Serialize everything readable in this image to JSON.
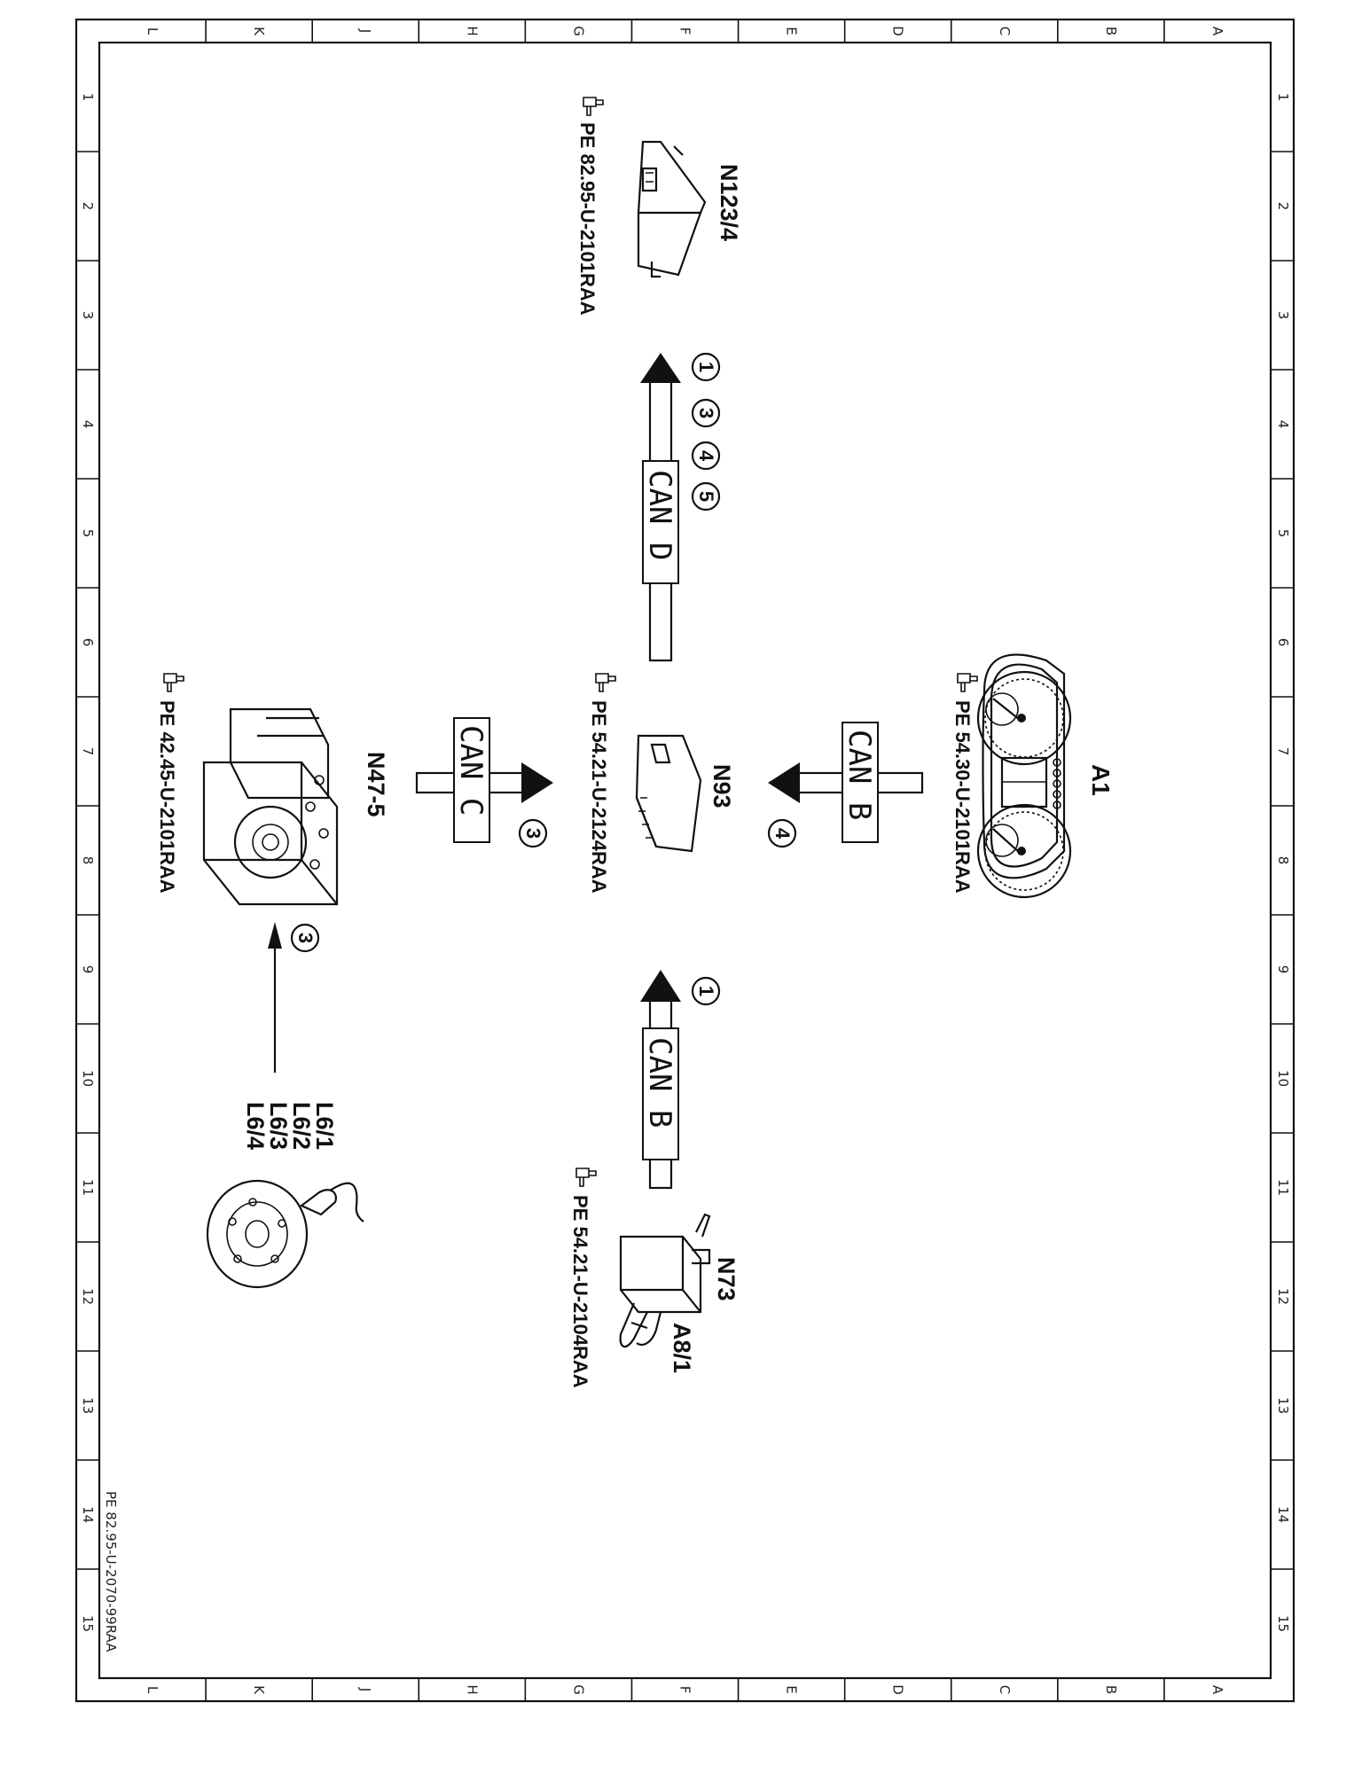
{
  "frame": {
    "cols": [
      "L",
      "K",
      "J",
      "H",
      "G",
      "F",
      "E",
      "D",
      "C",
      "B",
      "A"
    ],
    "rows": [
      "1",
      "2",
      "3",
      "4",
      "5",
      "6",
      "7",
      "8",
      "9",
      "10",
      "11",
      "12",
      "13",
      "14",
      "15"
    ],
    "doc_ref": "PE 82.95-U-2070-99RAA"
  },
  "components": {
    "n123": {
      "code": "N123/4",
      "ref": "PE  82.95-U-2101RAA"
    },
    "a1": {
      "code": "A1",
      "ref": "PE  54.30-U-2101RAA"
    },
    "n93": {
      "code": "N93",
      "ref": "PE  54.21-U-2124RAA"
    },
    "n47": {
      "code": "N47-5",
      "ref": "PE  42.45-U-2101RAA"
    },
    "n73": {
      "code": "N73",
      "ref": "PE  54.21-U-2104RAA",
      "sub": "A8/1"
    },
    "l6": {
      "codes": [
        "L6/1",
        "L6/2",
        "L6/3",
        "L6/4"
      ]
    }
  },
  "buses": {
    "can_d": {
      "label": "CAN D",
      "notes": [
        "1",
        "3",
        "4",
        "5"
      ]
    },
    "can_b_top": {
      "label": "CAN B",
      "notes": [
        "4"
      ]
    },
    "can_c": {
      "label": "CAN C",
      "notes": [
        "3"
      ]
    },
    "can_b_bottom": {
      "label": "CAN B",
      "notes": [
        "1"
      ]
    },
    "sensor_line": {
      "notes": [
        "3"
      ]
    }
  },
  "icons": [
    "pointing-hand-icon"
  ]
}
